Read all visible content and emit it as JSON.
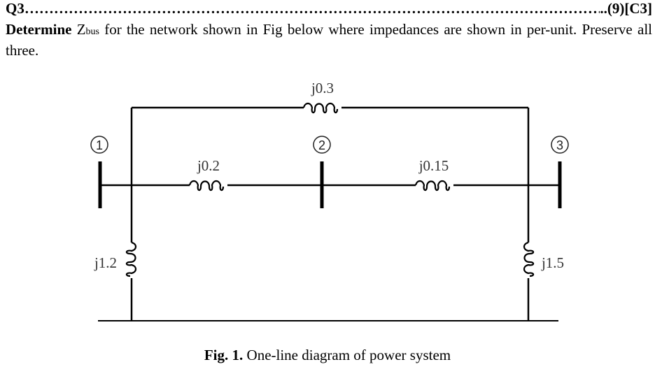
{
  "question": {
    "number": "Q3",
    "dots": "……………………………………………………………………………………………………………………………………………………………………………………………………",
    "marks": "..(9)[C3]",
    "verb": "Determine",
    "z_main": "Z",
    "z_sub": "bus",
    "body_rest": " for the network shown in Fig below where impedances are shown in per-unit. Preserve all three."
  },
  "diagram": {
    "buses": [
      {
        "id": "bus-1",
        "label": "1"
      },
      {
        "id": "bus-2",
        "label": "2"
      },
      {
        "id": "bus-3",
        "label": "3"
      }
    ],
    "impedances": {
      "bus1_bus3_top": "j0.3",
      "bus1_bus2": "j0.2",
      "bus2_bus3": "j0.15",
      "bus1_ground": "j1.2",
      "bus3_ground": "j1.5"
    }
  },
  "caption": {
    "prefix": "Fig. 1.",
    "text": " One-line diagram of power system"
  }
}
